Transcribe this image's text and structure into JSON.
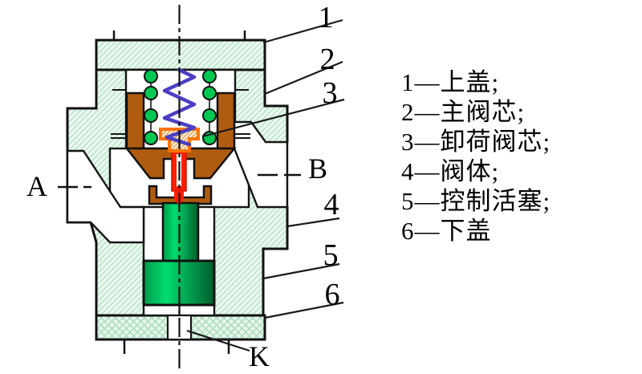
{
  "figure": {
    "description": "Cross-section diagram of a pilot-operated unloading valve",
    "section_labels": {
      "a": "A",
      "b": "B",
      "k": "K"
    },
    "callouts": [
      {
        "n": "1"
      },
      {
        "n": "2"
      },
      {
        "n": "3"
      },
      {
        "n": "4"
      },
      {
        "n": "5"
      },
      {
        "n": "6"
      }
    ]
  },
  "legend": {
    "items": [
      {
        "text": "1—上盖;"
      },
      {
        "text": "2—主阀芯;"
      },
      {
        "text": "3—卸荷阀芯;"
      },
      {
        "text": "4—阀体;"
      },
      {
        "text": "5—控制活塞;"
      },
      {
        "text": "6—下盖"
      }
    ]
  },
  "colors": {
    "body_hatch_bg": "#ebf9f0",
    "hatch_line": "#b7e2c6",
    "core_brown": "#b05c10",
    "ball_green": "#00c853",
    "spring_blue": "#4a3fc4",
    "unload_red": "#ff1e00",
    "unload_orange": "#ff7300",
    "piston_green": "#00b457",
    "outline": "#111111"
  }
}
